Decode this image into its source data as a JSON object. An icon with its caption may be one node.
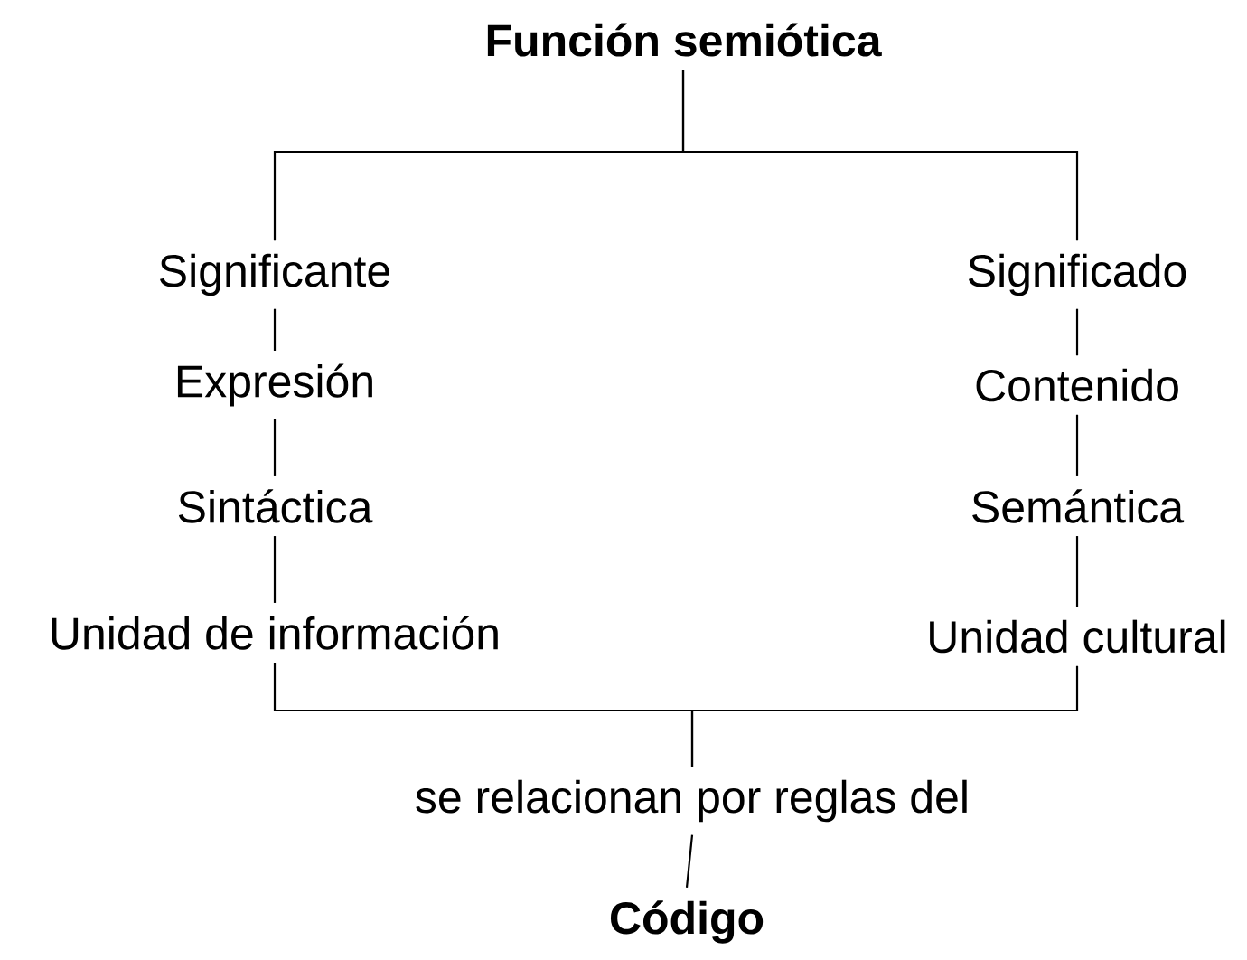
{
  "diagram": {
    "nodes": [
      {
        "text": [
          "Función semiótica"
        ]
      },
      {
        "text": [
          "Significante"
        ]
      },
      {
        "text": [
          "Expresión"
        ]
      },
      {
        "text": [
          "Sintáctica"
        ]
      },
      {
        "text": [
          "Unidad de información"
        ]
      },
      {
        "text": [
          "Significado"
        ]
      },
      {
        "text": [
          "Contenido"
        ]
      },
      {
        "text": [
          "Semántica"
        ]
      },
      {
        "text": [
          "Unidad cultural"
        ]
      },
      {
        "text": [
          "se relacionan por reglas del"
        ]
      },
      {
        "text": [
          "Código"
        ]
      }
    ],
    "edges": [
      {
        "from": 0,
        "to": 1,
        "arrow": "none"
      },
      {
        "from": 0,
        "to": 5,
        "arrow": "none"
      },
      {
        "from": 1,
        "to": 2,
        "arrow": "none"
      },
      {
        "from": 2,
        "to": 3,
        "arrow": "none"
      },
      {
        "from": 3,
        "to": 4,
        "arrow": "none"
      },
      {
        "from": 5,
        "to": 6,
        "arrow": "none"
      },
      {
        "from": 6,
        "to": 7,
        "arrow": "none"
      },
      {
        "from": 7,
        "to": 8,
        "arrow": "none"
      },
      {
        "from": 4,
        "to": 9,
        "arrow": "none"
      },
      {
        "from": 8,
        "to": 9,
        "arrow": "none"
      },
      {
        "from": 9,
        "to": 10,
        "arrow": "none"
      }
    ]
  }
}
